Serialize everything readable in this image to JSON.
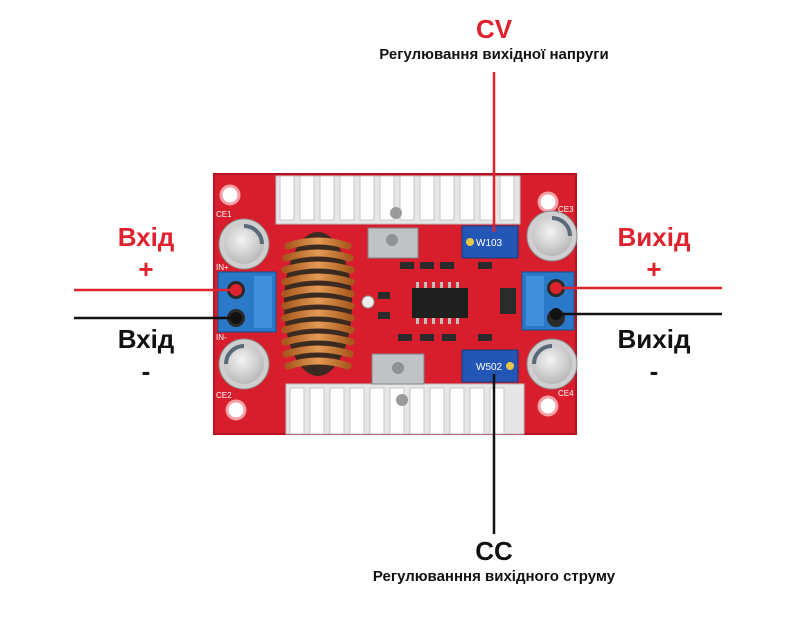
{
  "colors": {
    "accent_red": "#e0222e",
    "text_black": "#111111",
    "pcb_red": "#d81e2c",
    "heatsink": "#e9e9e9",
    "terminal_blue": "#2a78c8",
    "trimmer_blue": "#2456b6",
    "inductor_copper": "#c9762e"
  },
  "top_label": {
    "code": "CV",
    "caption": "Регулювання вихідної напруги"
  },
  "bottom_label": {
    "code": "CC",
    "caption": "Регулюванння вихідного струму"
  },
  "left": {
    "plus_title": "Вхід",
    "plus_sign": "+",
    "minus_title": "Вхід",
    "minus_sign": "-"
  },
  "right": {
    "plus_title": "Вихід",
    "plus_sign": "+",
    "minus_title": "Вихід",
    "minus_sign": "-"
  },
  "board": {
    "silkscreen": [
      "CE1",
      "CE2",
      "CE3",
      "CE4",
      "IN+",
      "IN-"
    ],
    "trimmer_top_marking": "W103",
    "trimmer_bottom_marking": "W502"
  },
  "icons": {
    "board": "dc-dc-converter-board-image"
  }
}
